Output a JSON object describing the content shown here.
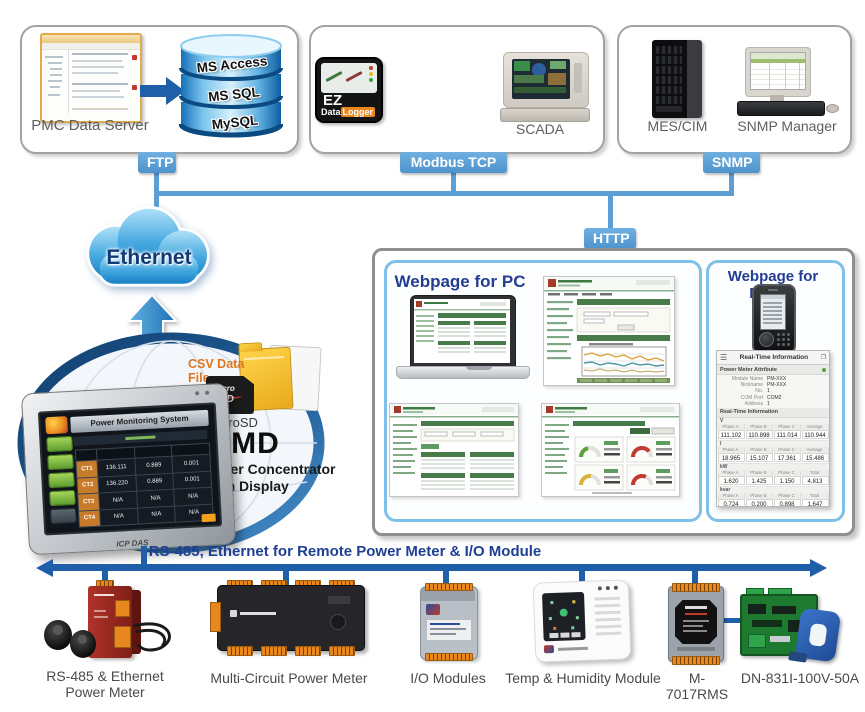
{
  "top_row": {
    "pmc": {
      "caption": "PMC Data Server",
      "databases": [
        "MS Access",
        "MS SQL",
        "MySQL"
      ]
    },
    "middle": {
      "ez_title": "EZ",
      "ez_word1": "Data",
      "ez_word2": "Logger",
      "scada_caption": "SCADA"
    },
    "right": {
      "server_caption": "MES/CIM",
      "manager_caption": "SNMP Manager"
    }
  },
  "protocols": {
    "ftp": "FTP",
    "modbus_tcp": "Modbus TCP",
    "snmp": "SNMP",
    "http": "HTTP"
  },
  "cloud": {
    "label": "Ethernet"
  },
  "concentrator": {
    "csv_label": "CSV Data File",
    "microsd_label": "MicroSD",
    "microsd_chip_line1": "micro",
    "microsd_chip_line2": "SD",
    "name": "PMD",
    "desc_line1": "Power Meter Concentrator",
    "desc_line2": "with Display",
    "screen": {
      "title": "Power Monitoring System",
      "brand": "ICP DAS",
      "rows": [
        [
          "CT1",
          "136.111",
          "0.889",
          "0.001"
        ],
        [
          "CT2",
          "136.220",
          "0.889",
          "0.001"
        ],
        [
          "CT3",
          "N/A",
          "N/A",
          "N/A"
        ],
        [
          "CT4",
          "N/A",
          "N/A",
          "N/A"
        ]
      ]
    }
  },
  "web_panel": {
    "pc_title": "Webpage for PC",
    "mobile_title": "Webpage for Mobile",
    "mobile_screen": {
      "header": "Real-Time Information",
      "attr_section": "Power Meter Attribute",
      "attributes": [
        {
          "label": "Module Name",
          "value": "PM-XXX"
        },
        {
          "label": "Nickname",
          "value": "PM-XXX"
        },
        {
          "label": "No.",
          "value": "1"
        },
        {
          "label": "COM Port",
          "value": "COM2"
        },
        {
          "label": "Address",
          "value": "1"
        }
      ],
      "rt_section": "Real-Time Information",
      "groups": [
        {
          "name": "V",
          "headers": [
            "Phase A",
            "Phase B",
            "Phase C",
            "Average"
          ],
          "values": [
            "111.102",
            "110.898",
            "111.014",
            "110.944"
          ]
        },
        {
          "name": "I",
          "headers": [
            "Phase A",
            "Phase B",
            "Phase C",
            "Average"
          ],
          "values": [
            "18.965",
            "15.107",
            "17.361",
            "15.486"
          ]
        },
        {
          "name": "kW",
          "headers": [
            "Phase A",
            "Phase B",
            "Phase C",
            "Total"
          ],
          "values": [
            "1.620",
            "1.425",
            "1.150",
            "4.813"
          ]
        },
        {
          "name": "kvar",
          "headers": [
            "Phase A",
            "Phase B",
            "Phase C",
            "Total"
          ],
          "values": [
            "0.724",
            "0.200",
            "0.898",
            "1.647"
          ]
        }
      ]
    }
  },
  "bus": {
    "label": "RS-485, Ethernet for Remote Power Meter & I/O Module"
  },
  "devices": {
    "power_meter": {
      "line1": "RS-485 & Ethernet",
      "line2": "Power Meter"
    },
    "multi_circuit": {
      "label": "Multi-Circuit Power Meter"
    },
    "io_modules": {
      "label": "I/O Modules"
    },
    "temp_humidity": {
      "label": "Temp & Humidity Module"
    },
    "m7017": {
      "label": "M-7017RMS"
    },
    "dn831": {
      "label": "DN-831I-100V-50A"
    }
  }
}
